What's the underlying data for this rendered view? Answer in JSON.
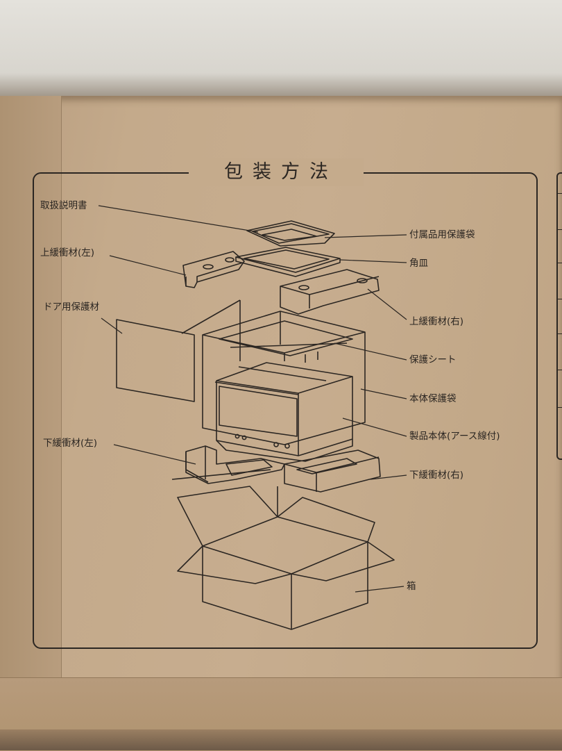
{
  "diagram": {
    "title": "包装方法",
    "labels": {
      "manual": "取扱説明書",
      "accessory_bag": "付属品用保護袋",
      "tray": "角皿",
      "upper_cushion_left": "上緩衝材(左)",
      "upper_cushion_right": "上緩衝材(右)",
      "door_protector": "ドア用保護材",
      "protective_sheet": "保護シート",
      "body_bag": "本体保護袋",
      "product_body": "製品本体(アース線付)",
      "lower_cushion_left": "下緩衝材(左)",
      "lower_cushion_right": "下緩衝材(右)",
      "box": "箱"
    }
  }
}
